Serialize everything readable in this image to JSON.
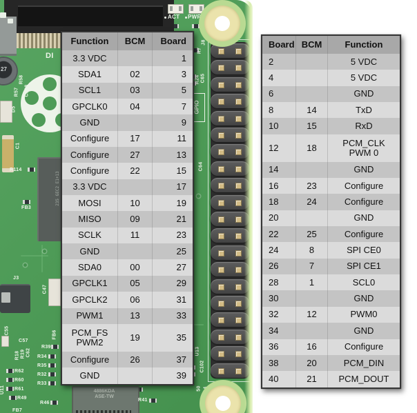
{
  "left_table": {
    "headers": [
      "Function",
      "BCM",
      "Board"
    ],
    "rows": [
      [
        "3.3 VDC",
        "",
        "1"
      ],
      [
        "SDA1",
        "02",
        "3"
      ],
      [
        "SCL1",
        "03",
        "5"
      ],
      [
        "GPCLK0",
        "04",
        "7"
      ],
      [
        "GND",
        "",
        "9"
      ],
      [
        "Configure",
        "17",
        "11"
      ],
      [
        "Configure",
        "27",
        "13"
      ],
      [
        "Configure",
        "22",
        "15"
      ],
      [
        "3.3 VDC",
        "",
        "17"
      ],
      [
        "MOSI",
        "10",
        "19"
      ],
      [
        "MISO",
        "09",
        "21"
      ],
      [
        "SCLK",
        "11",
        "23"
      ],
      [
        "GND",
        "",
        "25"
      ],
      [
        "SDA0",
        "00",
        "27"
      ],
      [
        "GPCLK1",
        "05",
        "29"
      ],
      [
        "GPCLK2",
        "06",
        "31"
      ],
      [
        "PWM1",
        "13",
        "33"
      ],
      [
        "PCM_FS\nPWM2",
        "19",
        "35"
      ],
      [
        "Configure",
        "26",
        "37"
      ],
      [
        "GND",
        "",
        "39"
      ]
    ]
  },
  "right_table": {
    "headers": [
      "Board",
      "BCM",
      "Function"
    ],
    "rows": [
      [
        "2",
        "",
        "5 VDC"
      ],
      [
        "4",
        "",
        "5 VDC"
      ],
      [
        "6",
        "",
        "GND"
      ],
      [
        "8",
        "14",
        "TxD"
      ],
      [
        "10",
        "15",
        "RxD"
      ],
      [
        "12",
        "18",
        "PCM_CLK\nPWM 0"
      ],
      [
        "14",
        "",
        "GND"
      ],
      [
        "16",
        "23",
        "Configure"
      ],
      [
        "18",
        "24",
        "Configure"
      ],
      [
        "20",
        "",
        "GND"
      ],
      [
        "22",
        "25",
        "Configure"
      ],
      [
        "24",
        "8",
        "SPI CE0"
      ],
      [
        "26",
        "7",
        "SPI CE1"
      ],
      [
        "28",
        "1",
        "SCL0"
      ],
      [
        "30",
        "",
        "GND"
      ],
      [
        "32",
        "12",
        "PWM0"
      ],
      [
        "34",
        "",
        "GND"
      ],
      [
        "36",
        "16",
        "Configure"
      ],
      [
        "38",
        "20",
        "PCM_DIN"
      ],
      [
        "40",
        "21",
        "PCM_DOUT"
      ]
    ]
  },
  "gpio_header": {
    "pin_rows": 20
  },
  "silkscreen": {
    "di": "DI",
    "n27": "27",
    "r58": "R58",
    "c108": "C108",
    "r57": "R57",
    "d5": "D5",
    "c1": "C1",
    "r114": "R114",
    "fb3": "FB3",
    "ram_marking": "235 GEC2 E1+13",
    "j3": "J3",
    "c47": "C47",
    "c55": "C55",
    "c57": "C57",
    "fb6": "FB6",
    "c62": "C62",
    "r19": "R19",
    "r18": "R18",
    "r62": "R62",
    "r60": "R60",
    "r61": "R61",
    "r49": "R49",
    "u11": "U11",
    "r39": "R39",
    "r34": "R34",
    "r35": "R35",
    "r32": "R32",
    "r33": "R33",
    "r46": "R46",
    "fb7": "FB7",
    "ic_marking": "4886KDA\nASE-TW",
    "r41": "R41",
    "act": "ACT",
    "pwr": "PWR",
    "j8": "J8",
    "r7": "R7",
    "c65": "C65",
    "r24": "R24",
    "gpio": "GPIO",
    "c64": "C64",
    "u13": "U13",
    "c102": "C102",
    "q4": "Q4",
    "n50": "50"
  },
  "colors": {
    "pcb_green": "#4e9b57",
    "pcb_light": "#58a562",
    "pcb_dark": "#44904d",
    "pcb_trace": "#6cb273",
    "silkscreen": "#edf4e9",
    "table_header_bg": "#a8a8a8",
    "row_dark": "#c4c4c4",
    "row_light": "#dbdbdb",
    "table_border": "#363636",
    "table_text": "#111111",
    "header_plastic": "#4f4f4f",
    "pin_gold": "#d3bc85",
    "hole_ring": "#ebe3ac",
    "hole_halo": "#b9da92",
    "board_edge": "#d6ecab",
    "connector_black": "#262626",
    "chip_gray": "#575d5a",
    "ic_gray": "#6d776f",
    "led_white": "#f2efe6"
  }
}
